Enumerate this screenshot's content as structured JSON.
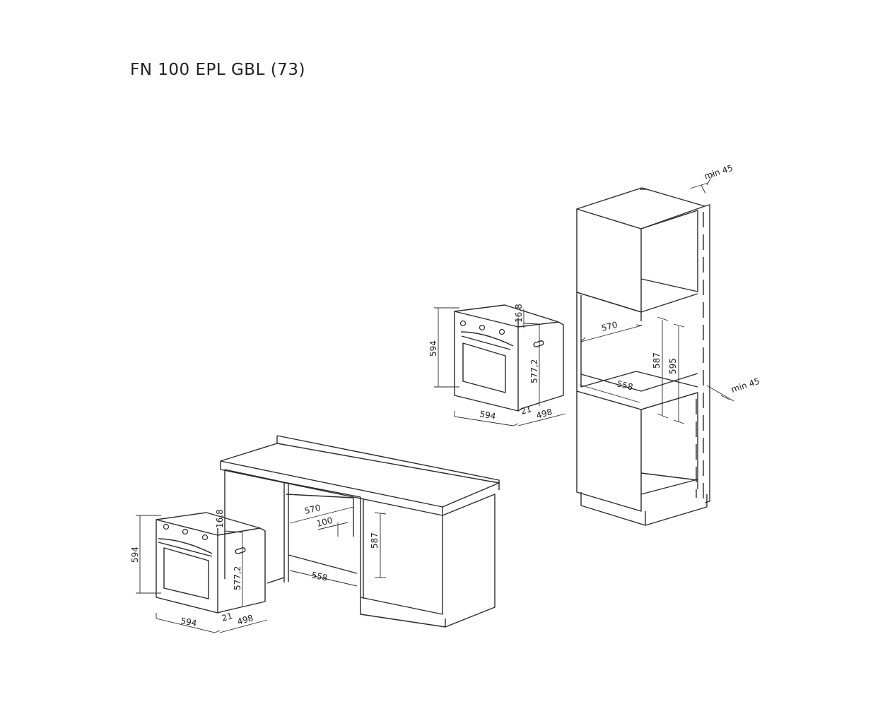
{
  "title": "FN 100 EPL GBL (73)",
  "dimensions": {
    "oven_height": "594",
    "oven_width": "594",
    "oven_top_panel": "16,8",
    "oven_body_height": "577,2",
    "oven_front_thickness": "21",
    "oven_depth": "498",
    "niche_width": "570",
    "niche_base_width": "558",
    "niche_height": "587",
    "niche_rear_gap": "100",
    "column_niche_width": "570",
    "column_niche_base_width": "558",
    "column_niche_height": "587",
    "column_niche_height_max": "595",
    "min_gap": "min 45"
  },
  "colors": {
    "line": "#2b2b2b",
    "text": "#222222",
    "background": "#ffffff"
  }
}
